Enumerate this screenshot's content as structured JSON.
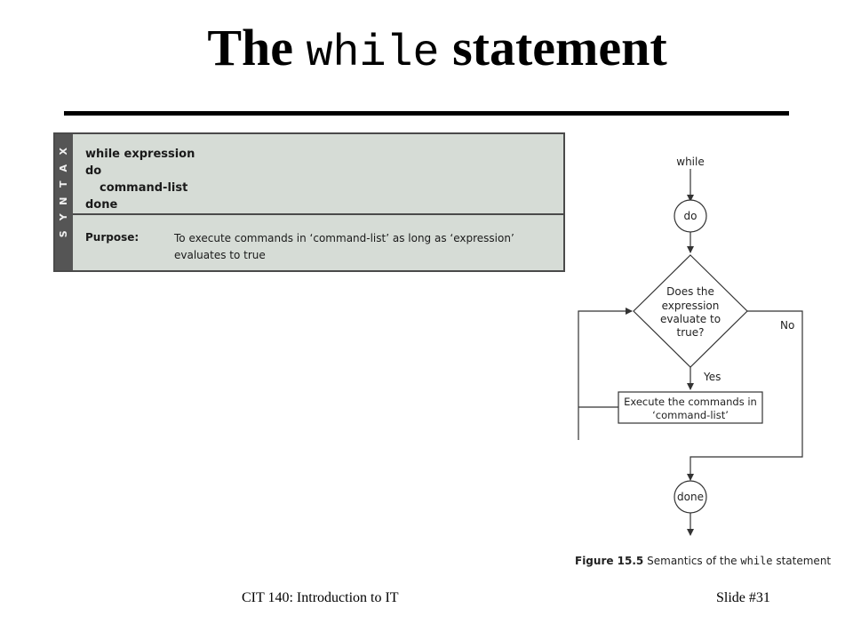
{
  "slide": {
    "title_pre": "The",
    "title_code": "while",
    "title_post": "statement"
  },
  "syntax_box": {
    "side_label": "SYNTAX",
    "code_lines": [
      "while expression",
      "do",
      "command-list",
      "done"
    ],
    "purpose_label": "Purpose:",
    "purpose_text": "To execute commands in ‘command-list’ as long as ‘expression’ evaluates to true"
  },
  "flowchart": {
    "start_label": "while",
    "do_label": "do",
    "decision_lines": [
      "Does the",
      "expression",
      "evaluate to",
      "true?"
    ],
    "yes_label": "Yes",
    "no_label": "No",
    "process_lines": [
      "Execute the commands in",
      "‘command-list’"
    ],
    "end_label": "done"
  },
  "caption": {
    "figure": "Figure 15.5",
    "text_pre": "Semantics of the",
    "text_code": "while",
    "text_post": "statement"
  },
  "footer": {
    "course": "CIT 140: Introduction to IT",
    "slide_number": "Slide #31"
  }
}
